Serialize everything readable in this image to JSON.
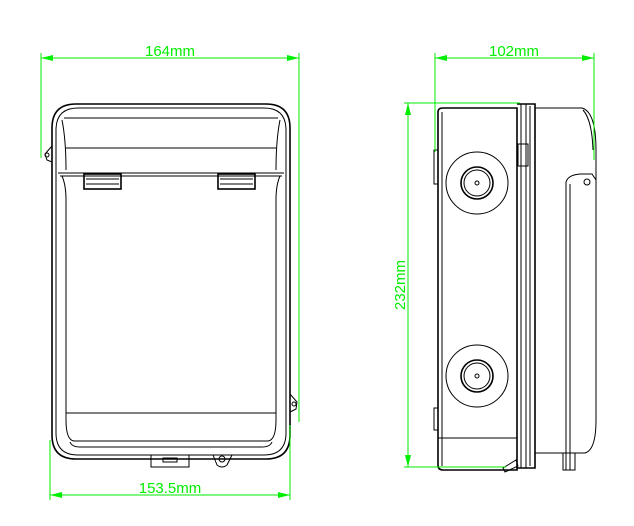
{
  "dimensions": {
    "front_width": "164mm",
    "front_inner_width": "153.5mm",
    "side_depth": "102mm",
    "height": "232mm"
  },
  "colors": {
    "dimension": "#00ee00",
    "outline": "#000000"
  }
}
